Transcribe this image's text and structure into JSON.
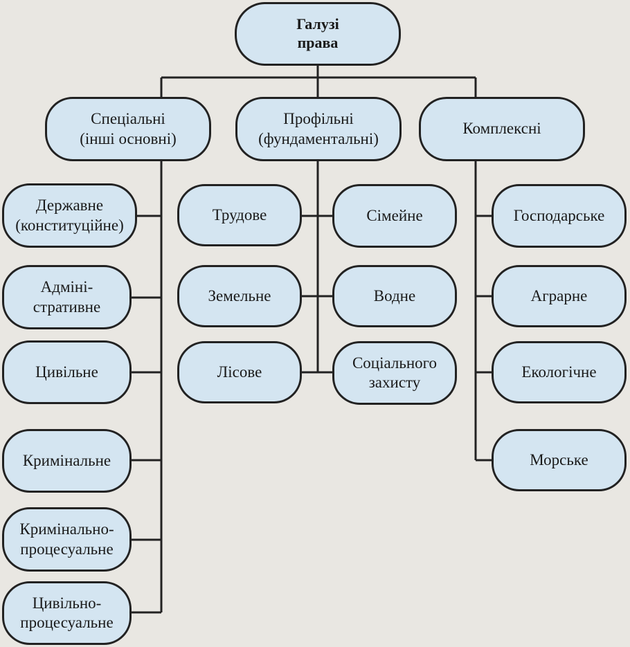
{
  "root": "Галузі\nправа",
  "categories": {
    "special": "Спеціальні\n(інші основні)",
    "profile": "Профільні\n(фундаментальні)",
    "complex": "Комплексні"
  },
  "special_items": [
    "Державне\n(конституційне)",
    "Адміні-\nстративне",
    "Цивільне",
    "Кримінальне",
    "Кримінально-\nпроцесуальне",
    "Цивільно-\nпроцесуальне"
  ],
  "profile_left": [
    "Трудове",
    "Земельне",
    "Лісове"
  ],
  "profile_right": [
    "Сімейне",
    "Водне",
    "Соціального\nзахисту"
  ],
  "complex_items": [
    "Господарське",
    "Аграрне",
    "Екологічне",
    "Морське"
  ],
  "colors": {
    "node_fill": "#d4e5f1",
    "node_border": "#222222",
    "line": "#222222",
    "background": "#e9e7e2"
  }
}
